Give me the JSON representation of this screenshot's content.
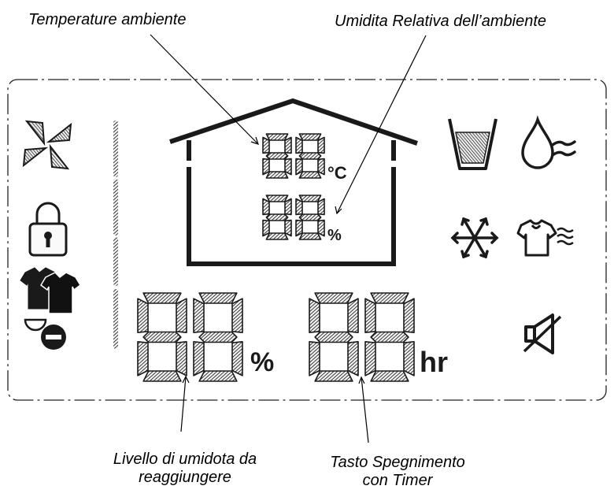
{
  "annotations": {
    "room_temperature": "Temperature ambiente",
    "room_humidity": "Umidita Relativa dell’ambiente",
    "target_humidity_line1": "Livello di umidota da",
    "target_humidity_line2": "reaggiungere",
    "timer_line1": "Tasto Spegnimento",
    "timer_line2": "con Timer"
  },
  "display": {
    "room_temp_digits": "88",
    "room_temp_unit": "°C",
    "room_humidity_digits": "88",
    "room_humidity_unit": "%",
    "target_humidity_digits": "88",
    "target_humidity_unit": "%",
    "timer_digits": "88",
    "timer_unit": "hr"
  },
  "icons": [
    "fan-icon",
    "lock-icon",
    "laundry-icon",
    "lamp-minus-icon",
    "water-tank-icon",
    "humidity-drop-icon",
    "snowflake-icon",
    "laundry-dry-icon",
    "mute-icon"
  ],
  "colors": {
    "ink": "#1a1a1a",
    "hatch": "#333333",
    "frame": "#222222"
  }
}
